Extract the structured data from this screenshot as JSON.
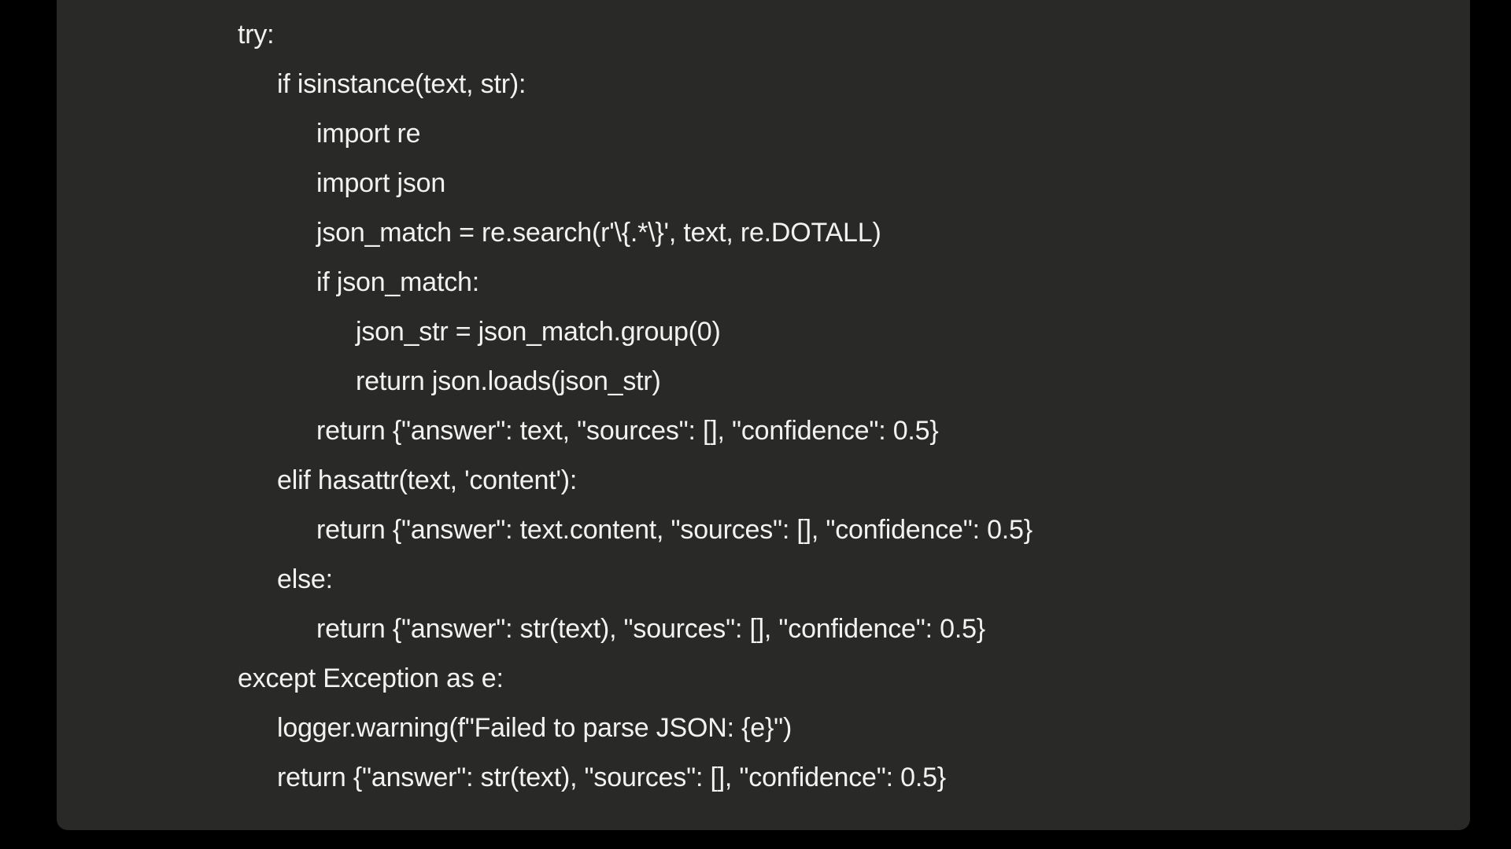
{
  "colors": {
    "page_background": "#000000",
    "code_panel_background": "#292927",
    "code_text": "#f2f2f0"
  },
  "code_block": {
    "language": "python",
    "lines": [
      {
        "indent": 1,
        "text": "try:"
      },
      {
        "indent": 2,
        "text": "if isinstance(text, str):"
      },
      {
        "indent": 3,
        "text": "import re"
      },
      {
        "indent": 3,
        "text": "import json"
      },
      {
        "indent": 3,
        "text": "json_match = re.search(r'\\{.*\\}', text, re.DOTALL)"
      },
      {
        "indent": 3,
        "text": "if json_match:"
      },
      {
        "indent": 4,
        "text": "json_str = json_match.group(0)"
      },
      {
        "indent": 4,
        "text": "return json.loads(json_str)"
      },
      {
        "indent": 3,
        "text": "return {\"answer\": text, \"sources\": [], \"confidence\": 0.5}"
      },
      {
        "indent": 2,
        "text": "elif hasattr(text, 'content'):"
      },
      {
        "indent": 3,
        "text": "return {\"answer\": text.content, \"sources\": [], \"confidence\": 0.5}"
      },
      {
        "indent": 2,
        "text": "else:"
      },
      {
        "indent": 3,
        "text": "return {\"answer\": str(text), \"sources\": [], \"confidence\": 0.5}"
      },
      {
        "indent": 1,
        "text": "except Exception as e:"
      },
      {
        "indent": 2,
        "text": "logger.warning(f\"Failed to parse JSON: {e}\")"
      },
      {
        "indent": 2,
        "text": "return {\"answer\": str(text), \"sources\": [], \"confidence\": 0.5}"
      }
    ]
  }
}
